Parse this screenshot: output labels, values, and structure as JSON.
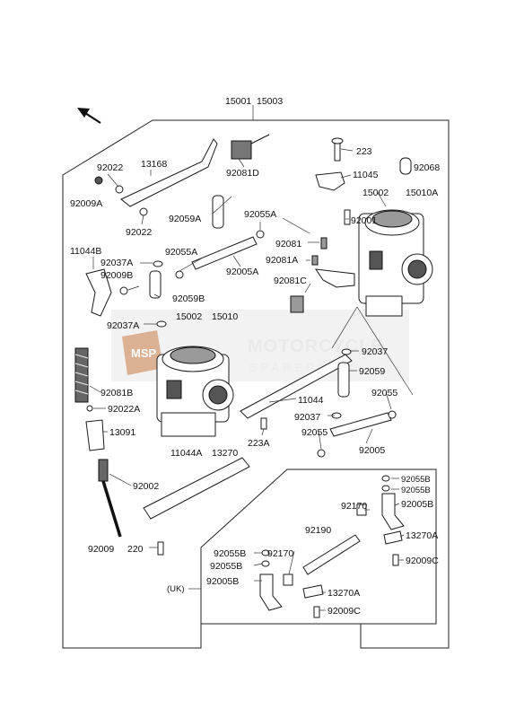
{
  "diagram": {
    "header_labels": [
      "15001",
      "15003"
    ],
    "watermark": {
      "title": "MOTORCYCLE",
      "subtitle": "SPAREPARTS",
      "badge": "MSP",
      "accent_color": "#c0703a"
    },
    "region_tag": "(UK)",
    "labels": {
      "p92022_top": "92022",
      "p13168": "13168",
      "p92009A": "92009A",
      "p92022_bot": "92022",
      "p92081D": "92081D",
      "p223": "223",
      "p92068": "92068",
      "p11045": "11045",
      "p15002_r": "15002",
      "p15010A": "15010A",
      "p92059A": "92059A",
      "p92055A_top": "92055A",
      "p92001": "92001",
      "p11044B": "11044B",
      "p92055A_mid": "92055A",
      "p92081": "92081",
      "p92081A": "92081A",
      "p92005A": "92005A",
      "p92037A_top": "92037A",
      "p92009B": "92009B",
      "p92081C": "92081C",
      "p92059B": "92059B",
      "p92037A_mid": "92037A",
      "p15002_l": "15002",
      "p15010": "15010",
      "p92037_r": "92037",
      "p92059_r": "92059",
      "p92081B": "92081B",
      "p92022A": "92022A",
      "p11044": "11044",
      "p92055_r": "92055",
      "p92037_mid": "92037",
      "p13091": "13091",
      "p92055_mid": "92055",
      "p92005": "92005",
      "p223A": "223A",
      "p11044A": "11044A",
      "p13270": "13270",
      "p92002": "92002",
      "p92009": "92009",
      "p220": "220",
      "p92055B_1": "92055B",
      "p92055B_2": "92055B",
      "p92005B_r": "92005B",
      "p92170_r": "92170",
      "p92190": "92190",
      "p13270A_r": "13270A",
      "p92055B_3": "92055B",
      "p92170_l": "92170",
      "p92009C_r": "92009C",
      "p92055B_4": "92055B",
      "p92005B_l": "92005B",
      "p13270A_l": "13270A",
      "p92009C_l": "92009C"
    }
  }
}
